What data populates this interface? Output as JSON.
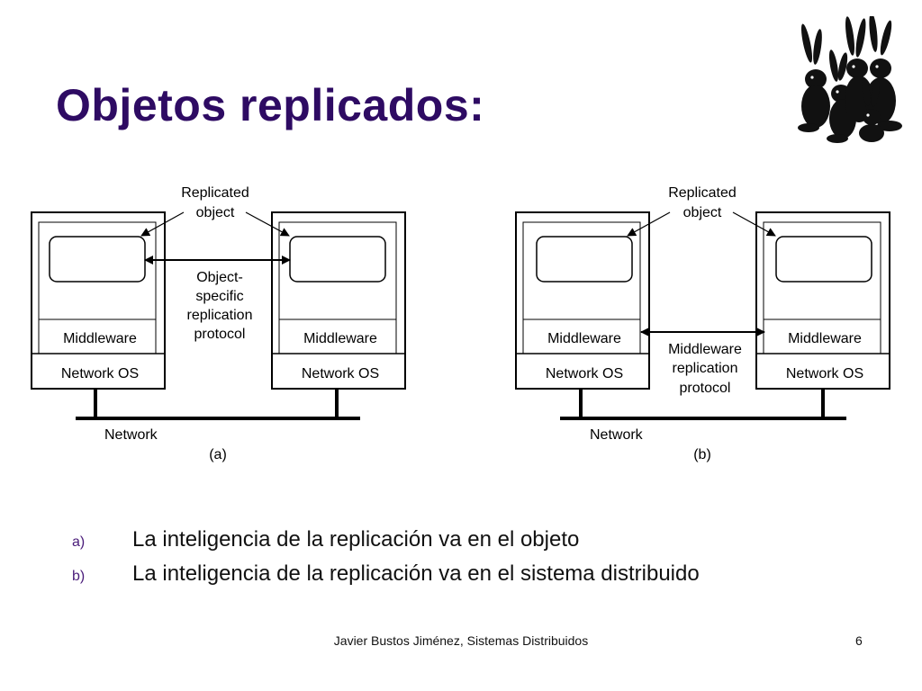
{
  "slide": {
    "title": "Objetos replicados:",
    "logo_icon": "rabbits-silhouette-icon"
  },
  "diagram": {
    "panel_a": {
      "replicated_object_label": [
        "Replicated",
        "object"
      ],
      "protocol_label": [
        "Object-",
        "specific",
        "replication",
        "protocol"
      ],
      "left_middleware": "Middleware",
      "left_network_os": "Network OS",
      "right_middleware": "Middleware",
      "right_network_os": "Network OS",
      "network_label": "Network",
      "caption": "(a)"
    },
    "panel_b": {
      "replicated_object_label": [
        "Replicated",
        "object"
      ],
      "protocol_label": [
        "Middleware",
        "replication",
        "protocol"
      ],
      "left_middleware": "Middleware",
      "left_network_os": "Network OS",
      "right_middleware": "Middleware",
      "right_network_os": "Network OS",
      "network_label": "Network",
      "caption": "(b)"
    }
  },
  "bullets": [
    {
      "marker": "a)",
      "text": "La inteligencia de la replicación va en el objeto"
    },
    {
      "marker": "b)",
      "text": "La inteligencia de la replicación va en el sistema distribuido"
    }
  ],
  "footer": {
    "text": "Javier Bustos Jiménez, Sistemas Distribuidos",
    "page_number": "6"
  },
  "colors": {
    "title": "#2e0b63",
    "bullet_marker": "#4a1c7a",
    "diagram_stroke": "#000000"
  }
}
